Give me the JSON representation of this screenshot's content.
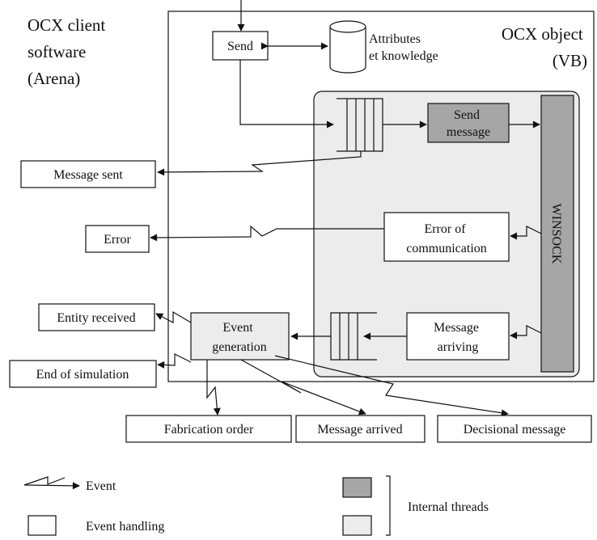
{
  "diagram": {
    "client_title": [
      "OCX client",
      "software",
      "(Arena)"
    ],
    "object_title": [
      "OCX object",
      "(VB)"
    ],
    "send_label": "Send",
    "attributes_label": [
      "Attributes",
      "et knowledge"
    ],
    "send_message_label": [
      "Send",
      "message"
    ],
    "winsock_label": "WINSOCK",
    "error_comm_label": [
      "Error of",
      "communication"
    ],
    "message_arriving_label": [
      "Message",
      "arriving"
    ],
    "event_generation_label": [
      "Event",
      "generation"
    ],
    "message_sent_label": "Message sent",
    "error_label": "Error",
    "entity_received_label": "Entity received",
    "end_of_simulation_label": "End of simulation",
    "fabrication_order_label": "Fabrication order",
    "message_arrived_label": "Message arrived",
    "decisional_message_label": "Decisional message"
  },
  "legend": {
    "event_label": "Event",
    "event_handling_label": "Event handling",
    "internal_threads_label": "Internal threads"
  },
  "colors": {
    "dark_fill": "#a6a6a6",
    "light_fill": "#ececec",
    "line": "#111111",
    "background": "#ffffff"
  }
}
